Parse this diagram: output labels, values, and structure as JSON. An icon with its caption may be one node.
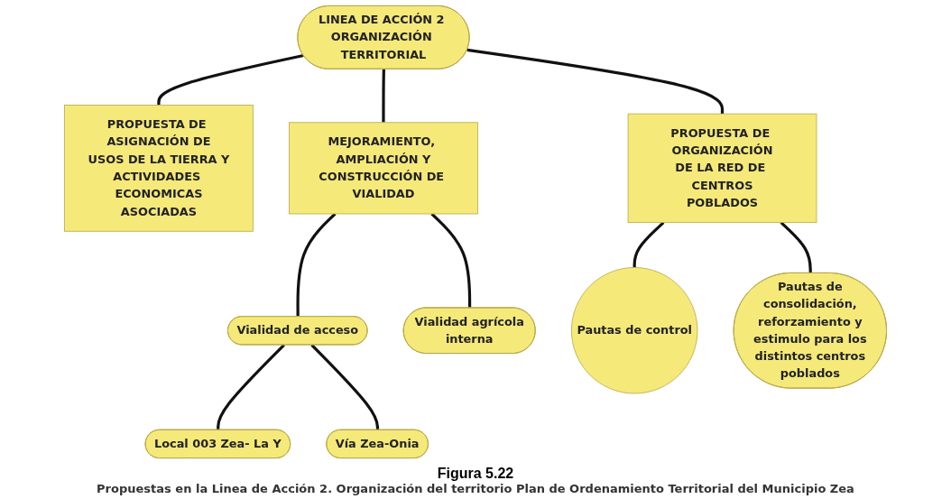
{
  "diagram": {
    "caption": "Propuestas en la Linea de Acción 2. Organización del territorio Plan de Ordenamiento Territorial del Municipio Zea",
    "nodes": [
      {
        "text": [
          "LINEA DE ACCIÓN 2 ORGANIZACIÓN TERRITORIAL"
        ]
      },
      {
        "text": [
          "PROPUESTA DE ASIGNACIÓN DE USOS DE LA TIERRA Y ACTIVIDADES ECONOMICAS ASOCIADAS"
        ]
      },
      {
        "text": [
          "MEJORAMIENTO, AMPLIACIÓN Y CONSTRUCCIÓN DE VIALIDAD"
        ]
      },
      {
        "text": [
          "Vialidad de acceso"
        ]
      },
      {
        "text": [
          "Vialidad agrícola interna"
        ]
      },
      {
        "text": [
          "Local 003 Zea- La Y"
        ]
      },
      {
        "text": [
          "Vía Zea-Onia"
        ]
      },
      {
        "text": [
          "PROPUESTA DE ORGANIZACIÓN DE LA RED DE CENTROS POBLADOS"
        ]
      },
      {
        "text": [
          "Pautas de control"
        ]
      },
      {
        "text": [
          "Pautas de consolidación, reforzamiento y estimulo para los distintos centros poblados"
        ]
      }
    ],
    "edges": [
      {
        "from": 0,
        "to": 1,
        "arrow": "none"
      },
      {
        "from": 0,
        "to": 7,
        "arrow": "none"
      },
      {
        "from": 0,
        "to": 2,
        "arrow": "none"
      },
      {
        "from": 2,
        "to": 3,
        "arrow": "none"
      },
      {
        "from": 2,
        "to": 4,
        "arrow": "none"
      },
      {
        "from": 3,
        "to": 5,
        "arrow": "none"
      },
      {
        "from": 3,
        "to": 6,
        "arrow": "none"
      },
      {
        "from": 7,
        "to": 8,
        "arrow": "none"
      },
      {
        "from": 7,
        "to": 9,
        "arrow": "none"
      }
    ],
    "labels": [
      "Figura 5.22"
    ]
  }
}
